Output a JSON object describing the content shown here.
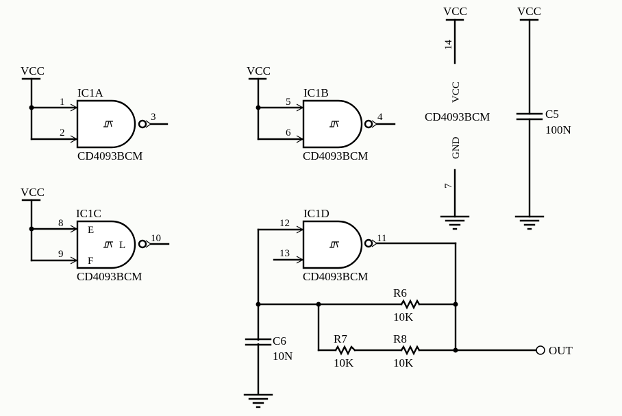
{
  "gates": [
    {
      "ref": "IC1A",
      "part": "CD4093BCM",
      "pin_in1": "1",
      "pin_in2": "2",
      "pin_out": "3",
      "vcc": "VCC"
    },
    {
      "ref": "IC1B",
      "part": "CD4093BCM",
      "pin_in1": "5",
      "pin_in2": "6",
      "pin_out": "4",
      "vcc": "VCC"
    },
    {
      "ref": "IC1C",
      "part": "CD4093BCM",
      "pin_in1": "8",
      "pin_in2": "9",
      "pin_out": "10",
      "vcc": "VCC",
      "inner_label_in1": "E",
      "inner_label_in2": "F",
      "inner_label_out": "L"
    },
    {
      "ref": "IC1D",
      "part": "CD4093BCM",
      "pin_in1": "12",
      "pin_in2": "13",
      "pin_out": "11"
    }
  ],
  "power_unit": {
    "part": "CD4093BCM",
    "vcc_net": "VCC",
    "vcc_pin_name": "VCC",
    "vcc_pin": "14",
    "gnd_pin_name": "GND",
    "gnd_pin": "7"
  },
  "c5": {
    "ref": "C5",
    "value": "100N",
    "vcc": "VCC"
  },
  "c6": {
    "ref": "C6",
    "value": "10N"
  },
  "r6": {
    "ref": "R6",
    "value": "10K"
  },
  "r7": {
    "ref": "R7",
    "value": "10K"
  },
  "r8": {
    "ref": "R8",
    "value": "10K"
  },
  "output": {
    "label": "OUT"
  }
}
